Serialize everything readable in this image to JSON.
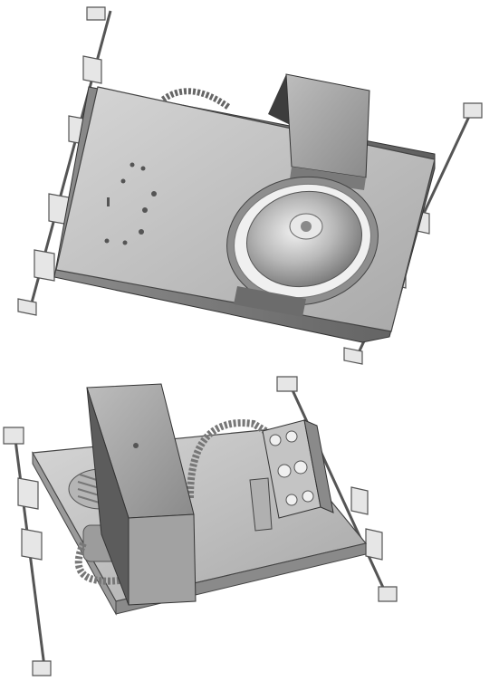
{
  "image": {
    "subject": "recessed-light-fixture-product-photo",
    "views": [
      {
        "name": "fixture-top-view",
        "icon": "downlight-housing-icon"
      },
      {
        "name": "fixture-back-view",
        "icon": "junction-box-icon"
      }
    ],
    "colors": {
      "background": "#ffffff",
      "metal_light": "#c9c9c9",
      "metal_mid": "#a9a9a9",
      "metal_dark": "#6f6f6f",
      "shadow": "#3a3a3a"
    }
  }
}
